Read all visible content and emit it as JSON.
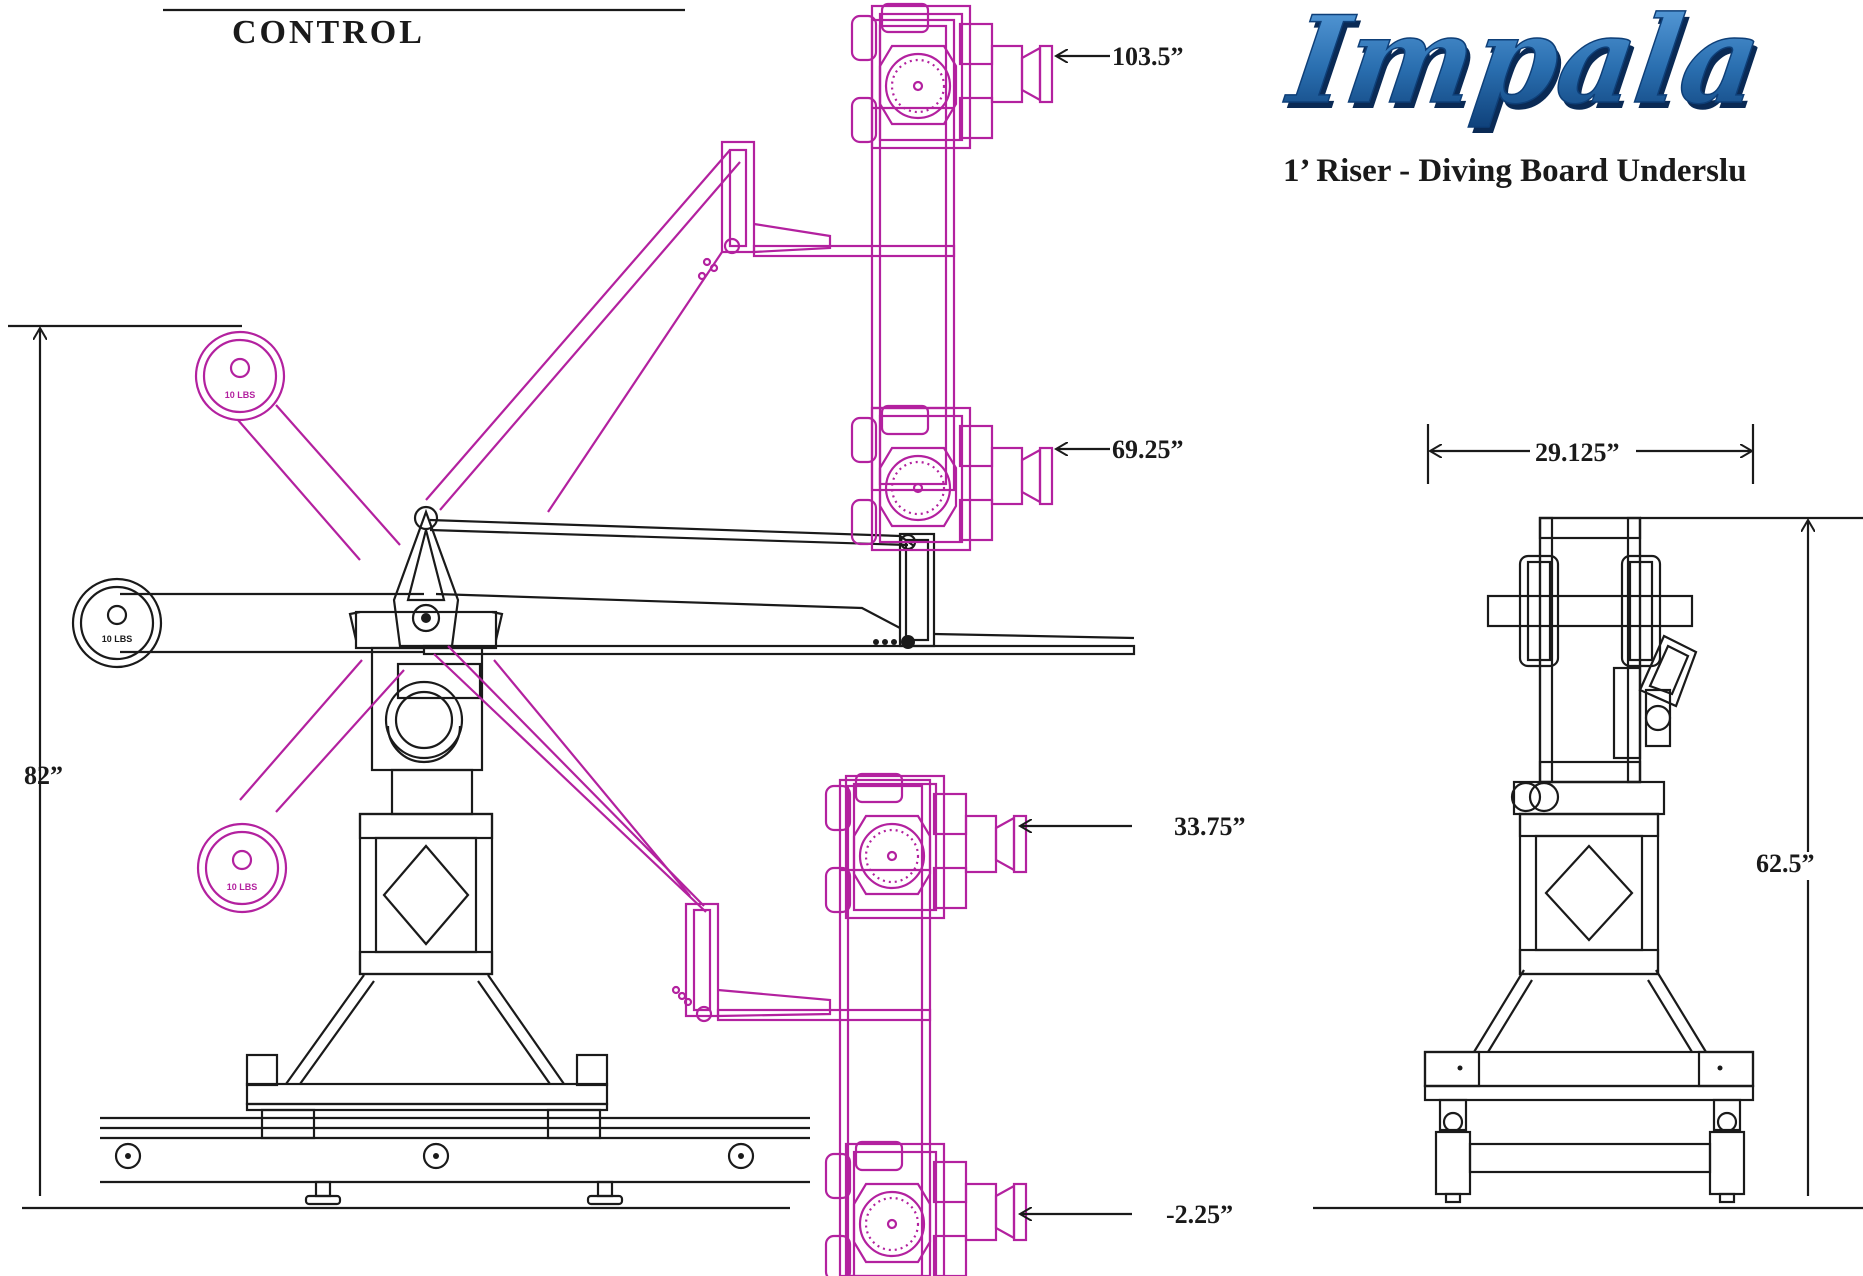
{
  "header": {
    "control_label": "CONTROL",
    "logo_text": "Impala",
    "subtitle": "1’ Riser - Diving Board Underslu"
  },
  "side_view": {
    "overall_height": "82”",
    "camera_heights": [
      "103.5”",
      "69.25”",
      "33.75”",
      "-2.25”"
    ],
    "counterweight_label": "10 LBS"
  },
  "front_view": {
    "width": "29.125”",
    "height": "62.5”"
  },
  "colors": {
    "line": "#1a1a1a",
    "alternate_position": "#b3219f",
    "logo": "#2a6fb0"
  }
}
